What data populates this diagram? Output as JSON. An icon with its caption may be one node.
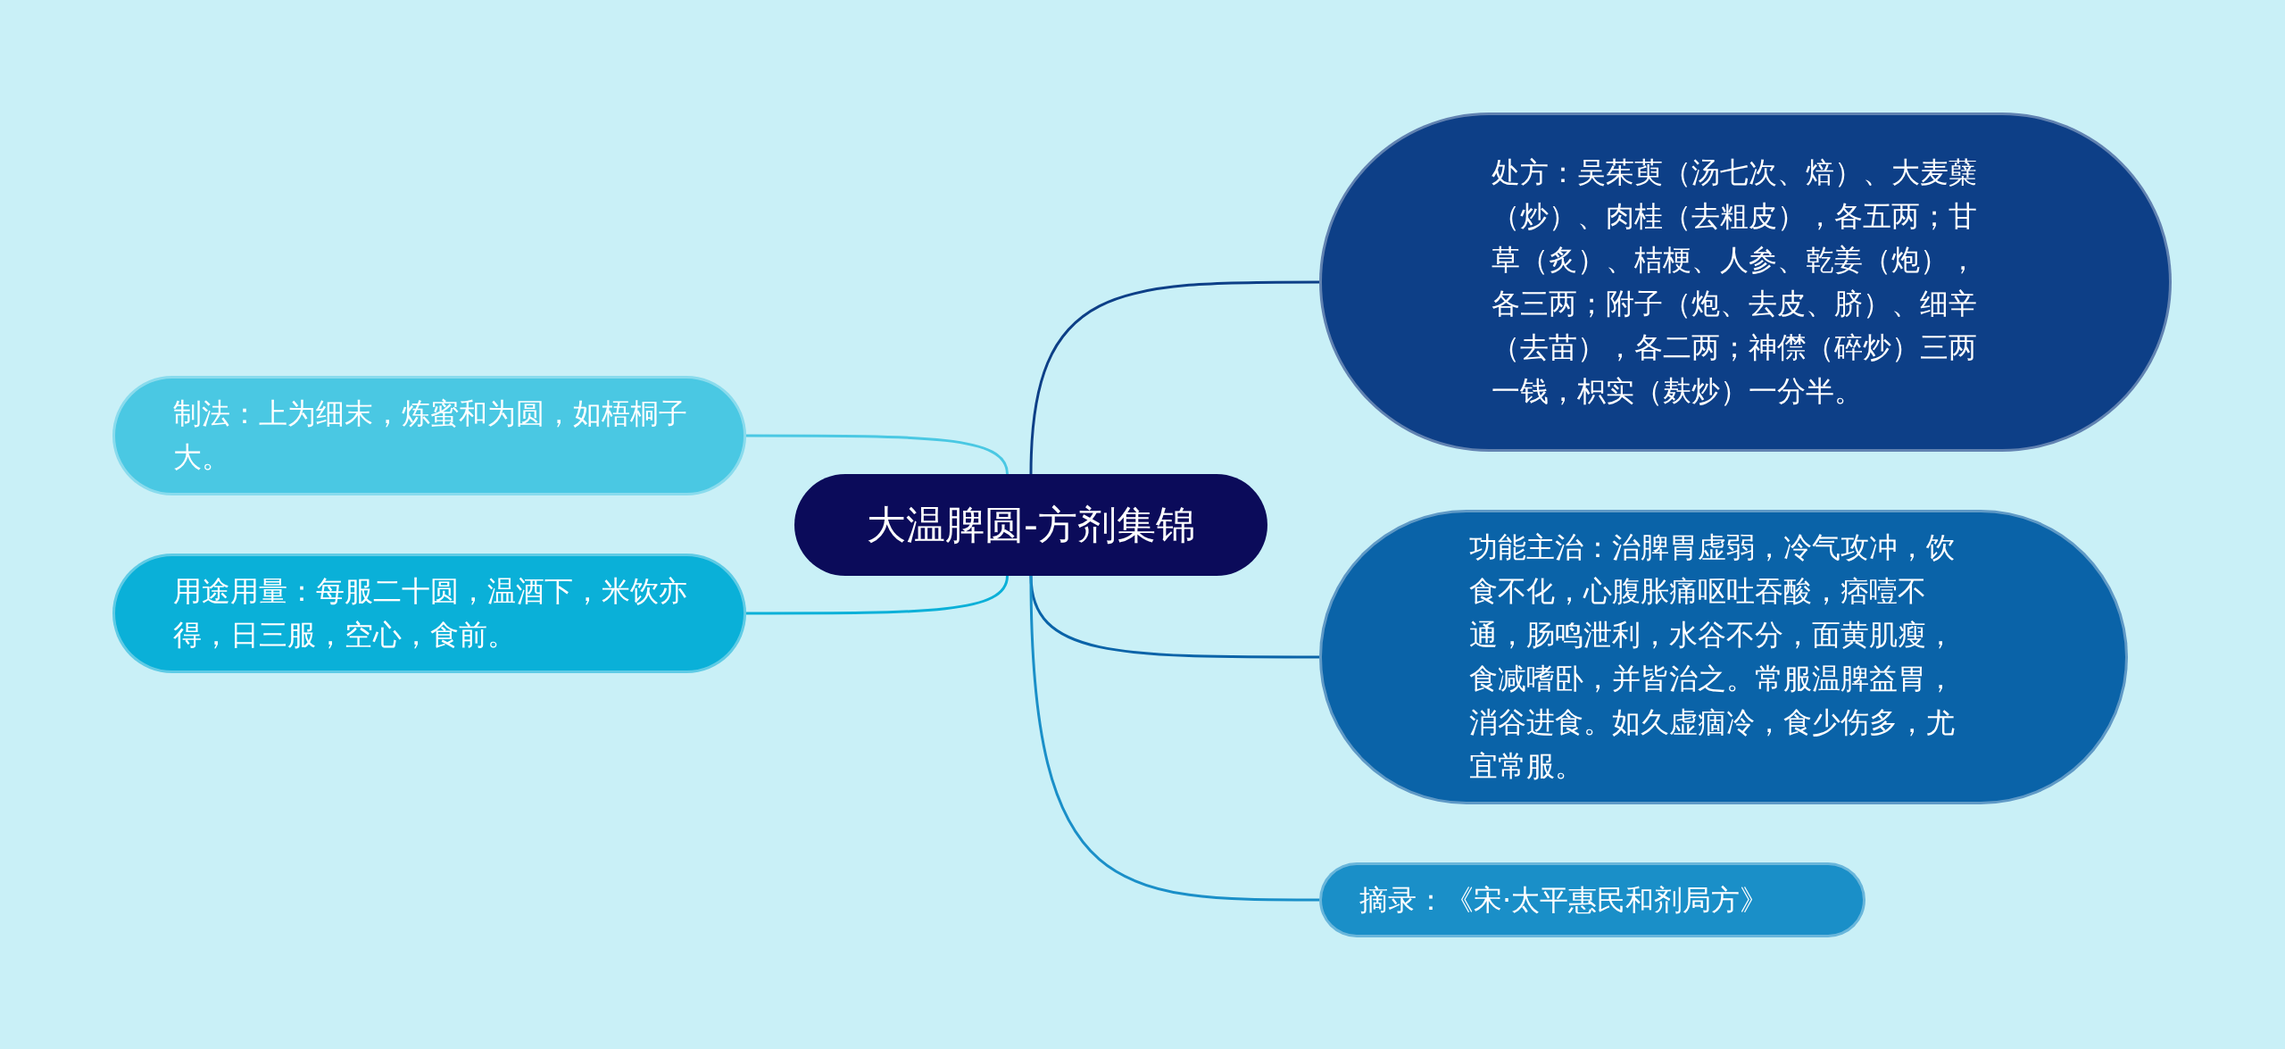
{
  "diagram": {
    "nodes": [
      {
        "text": [
          "大温脾圆-方剂集锦"
        ]
      },
      {
        "text": [
          "处方：吴茱萸（汤七次、焙）、大麦蘖（炒）、肉桂（去粗皮），各五两；甘草（炙）、桔梗、人参、乾姜（炮），各三两；附子（炮、去皮、脐）、细辛（去苗），各二两；神僸（碎炒）三两一钱，枳实（麸炒）一分半。"
        ]
      },
      {
        "text": [
          "功能主治：治脾胃虚弱，冷气攻冲，饮食不化，心腹胀痛呕吐吞酸，痞噎不通，肠鸣泄利，水谷不分，面黄肌瘦，食减嗜卧，并皆治之。常服温脾益胃，消谷进食。如久虚痼冷，食少伤多，尤宜常服。"
        ]
      },
      {
        "text": [
          "摘录：《宋·太平惠民和剂局方》"
        ]
      },
      {
        "text": [
          "制法：上为细末，炼蜜和为圆，如梧桐子大。"
        ]
      },
      {
        "text": [
          "用途用量：每服二十圆，温酒下，米饮亦得，日三服，空心，食前。"
        ]
      }
    ],
    "edges": [
      {
        "from": 0,
        "to": 1,
        "arrow": "none",
        "color": "#0d3f87"
      },
      {
        "from": 0,
        "to": 2,
        "arrow": "none",
        "color": "#0a63a8"
      },
      {
        "from": 0,
        "to": 3,
        "arrow": "none",
        "color": "#1a8fc8"
      },
      {
        "from": 0,
        "to": 4,
        "arrow": "none",
        "color": "#4ac8e3"
      },
      {
        "from": 0,
        "to": 5,
        "arrow": "none",
        "color": "#0ab0d8"
      }
    ]
  }
}
